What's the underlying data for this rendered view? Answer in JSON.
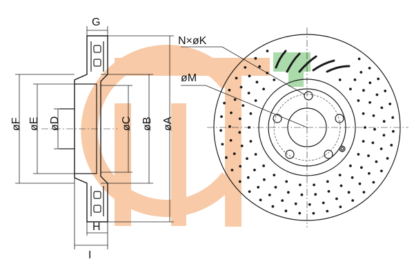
{
  "labels": {
    "G": "G",
    "N_x_K": "N×øK",
    "M": "øM",
    "F": "øF",
    "E": "øE",
    "D": "øD",
    "C": "øC",
    "B": "øB",
    "A": "øA",
    "H": "H",
    "I": "I"
  },
  "colors": {
    "watermark_orange": "#f6b98a",
    "watermark_green": "#8fd08f",
    "line": "#1a1a1a"
  }
}
